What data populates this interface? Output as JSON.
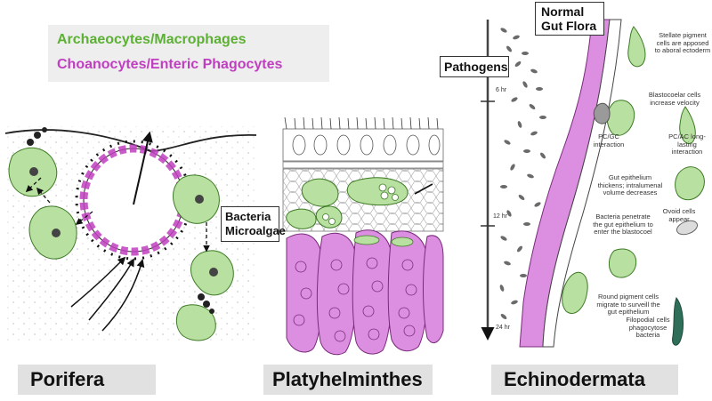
{
  "legend": {
    "archaeocytes": "Archaeocytes/Macrophages",
    "choanocytes": "Choanocytes/Enteric Phagocytes"
  },
  "panels": {
    "porifera": "Porifera",
    "platyhelminthes": "Platyhelminthes",
    "echinodermata": "Echinodermata"
  },
  "callouts": {
    "bacteria_line1": "Bacteria",
    "bacteria_line2": "Microalgae",
    "normal_line1": "Normal",
    "normal_line2": "Gut Flora",
    "pathogens": "Pathogens"
  },
  "timeline": [
    "6 hr",
    "12 hr",
    "24 hr"
  ],
  "annotations": {
    "stellate": "Stellate pigment cells are apposed to aboral ectoderm",
    "blastocoelar": "Blastocoelar cells increase velocity",
    "pcgc": "PC/GC interaction",
    "pcac": "PC/AC long-lasting interaction",
    "thickens": "Gut epithelium thickens; intralumenal volume decreases",
    "ovoid": "Ovoid cells appear",
    "penetrate": "Bacteria penetrate the gut epithelium to enter the blastocoel",
    "round": "Round pigment cells migrate to surveill the gut epithelium",
    "filopodial": "Filopodial cells phagocytose bacteria"
  },
  "colors": {
    "green": "#5cb135",
    "green_fill": "#b8e0a0",
    "magenta": "#c03fc0",
    "magenta_fill": "#dc8fe0",
    "label_bg": "#e1e1e1",
    "legend_bg": "#eeeeee"
  }
}
